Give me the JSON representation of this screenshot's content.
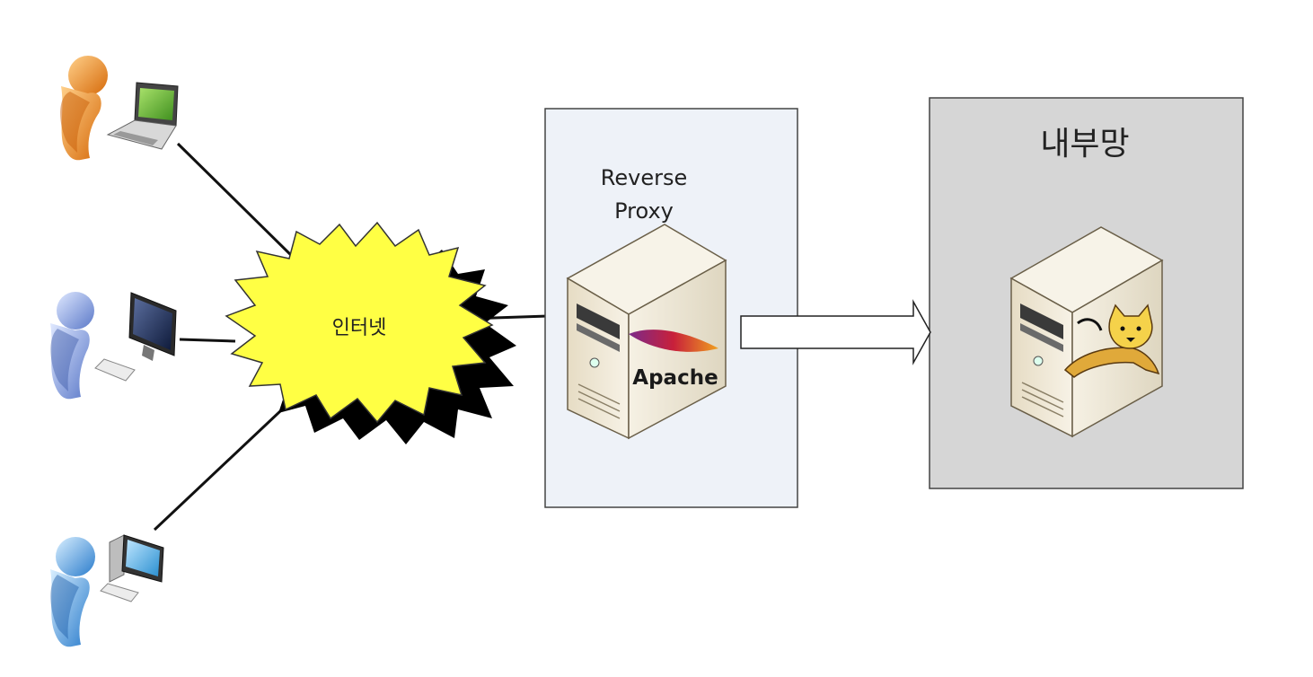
{
  "cloud": {
    "label": "인터넷",
    "fill": "#ffff44"
  },
  "proxy": {
    "title_line1": "Reverse",
    "title_line2": "Proxy",
    "server_logo_text": "Apache",
    "panel_fill": "#eef2f8"
  },
  "internal": {
    "title": "내부망",
    "panel_fill": "#d6d6d6"
  },
  "users": [
    {
      "device": "laptop",
      "person_color": "#e8881c"
    },
    {
      "device": "desktop-monitor",
      "person_color": "#6d8fd8"
    },
    {
      "device": "desktop-tower",
      "person_color": "#3d8fd8"
    }
  ]
}
